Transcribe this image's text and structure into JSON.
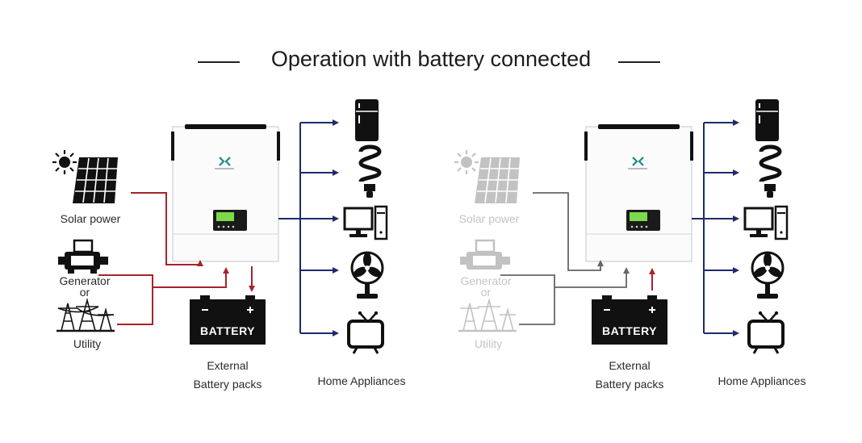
{
  "title": "Operation with battery connected",
  "panels": [
    {
      "id": "left",
      "sources": {
        "solar": "Solar power",
        "generator": "Generator",
        "or": "or",
        "utility": "Utility"
      },
      "battery_text": "BATTERY",
      "battery_caption_1": "External",
      "battery_caption_2": "Battery packs",
      "appliances_caption": "Home Appliances"
    },
    {
      "id": "right",
      "sources": {
        "solar": "Solar power",
        "generator": "Generator",
        "or": "or",
        "utility": "Utility"
      },
      "battery_text": "BATTERY",
      "battery_caption_1": "External",
      "battery_caption_2": "Battery packs",
      "appliances_caption": "Home Appliances"
    }
  ],
  "colors": {
    "charge_flow": "#a8232a",
    "load_flow": "#1f2a6b",
    "inactive_flow": "#666666",
    "display_green": "#7cd94a",
    "logo": "#1a8a87"
  },
  "icons": [
    "sun-icon",
    "solar-panel-icon",
    "generator-icon",
    "utility-tower-icon",
    "inverter-icon",
    "battery-icon",
    "refrigerator-icon",
    "bulb-icon",
    "computer-icon",
    "fan-icon",
    "tv-icon"
  ]
}
